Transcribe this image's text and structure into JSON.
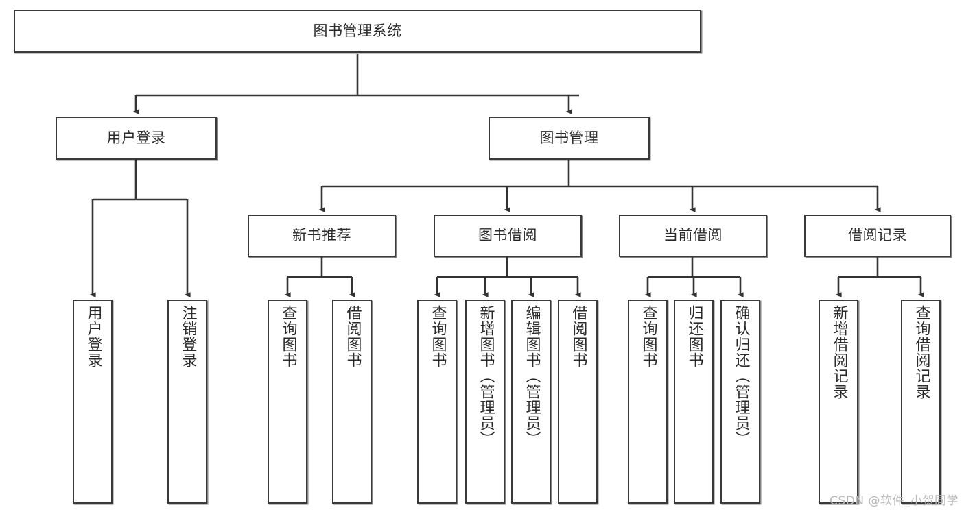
{
  "diagram": {
    "title": "图书管理系统",
    "watermark": "CSDN @软件_小贺同学",
    "colors": {
      "box_border": "#3a3a3a",
      "box_fill": "#ffffff",
      "edge": "#333333",
      "text": "#2b2b2b",
      "watermark": "#b9b9b9"
    },
    "levels": {
      "root": {
        "label": "图书管理系统"
      },
      "level2": [
        {
          "label": "用户登录"
        },
        {
          "label": "图书管理"
        }
      ],
      "level3": [
        {
          "label": "新书推荐"
        },
        {
          "label": "图书借阅"
        },
        {
          "label": "当前借阅"
        },
        {
          "label": "借阅记录"
        }
      ],
      "leaves": {
        "user_login": [
          {
            "label": "用户登录"
          },
          {
            "label": "注销登录"
          }
        ],
        "new_book_recommend": [
          {
            "label": "查询图书"
          },
          {
            "label": "借阅图书"
          }
        ],
        "book_borrow": [
          {
            "label": "查询图书"
          },
          {
            "label": "新增图书（管理员）"
          },
          {
            "label": "编辑图书（管理员）"
          },
          {
            "label": "借阅图书"
          }
        ],
        "current_borrow": [
          {
            "label": "查询图书"
          },
          {
            "label": "归还图书"
          },
          {
            "label": "确认归还（管理员）"
          }
        ],
        "borrow_records": [
          {
            "label": "新增借阅记录"
          },
          {
            "label": "查询借阅记录"
          }
        ]
      }
    }
  }
}
